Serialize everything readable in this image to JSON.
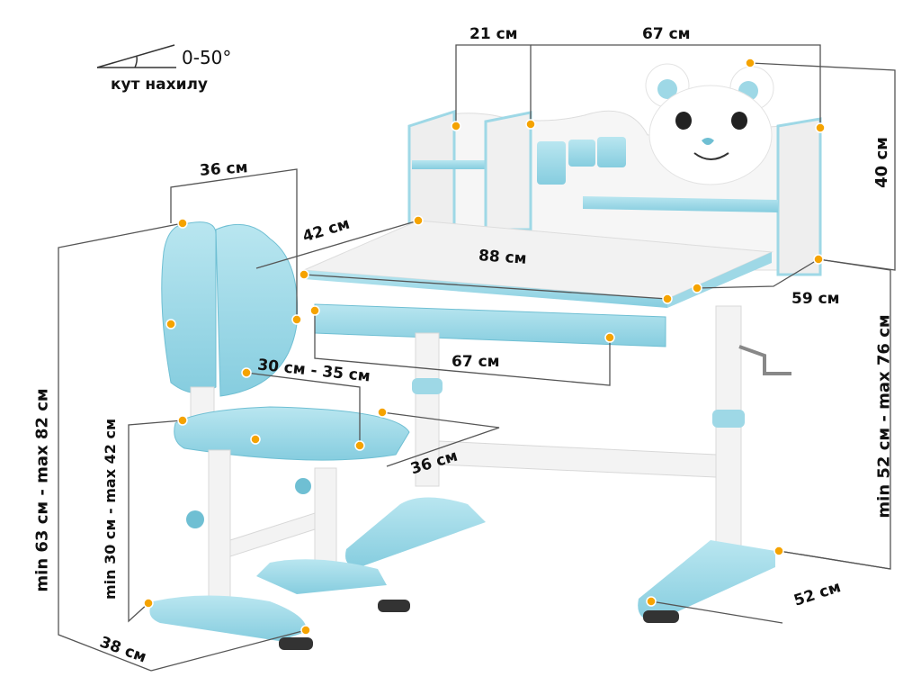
{
  "tilt": {
    "range": "0-50°",
    "caption": "кут нахилу"
  },
  "dimensions": {
    "shelf_depth": "21 см",
    "shelf_width": "67 см",
    "shelf_height": "40 см",
    "desk_depth": "42 см",
    "desk_width": "88 см",
    "desk_side_depth": "59 см",
    "drawer_width": "67 см",
    "desk_height": "min 52 см - max 76 см",
    "foot_length": "52 см",
    "back_width": "36 см",
    "seat_depth": "30 см - 35 см",
    "seat_width": "36 см",
    "chair_height": "min 63 см - max 82 см",
    "seat_height": "min 30 см - max 42 см",
    "chair_base": "38 см"
  },
  "colors": {
    "accent": "#9ed8e6",
    "accent_dark": "#6fbfd3",
    "frame": "#f4f4f4",
    "dot": "#f5a300",
    "line": "#555555"
  },
  "icons": [
    "angle-icon",
    "bear-decor-icon"
  ]
}
